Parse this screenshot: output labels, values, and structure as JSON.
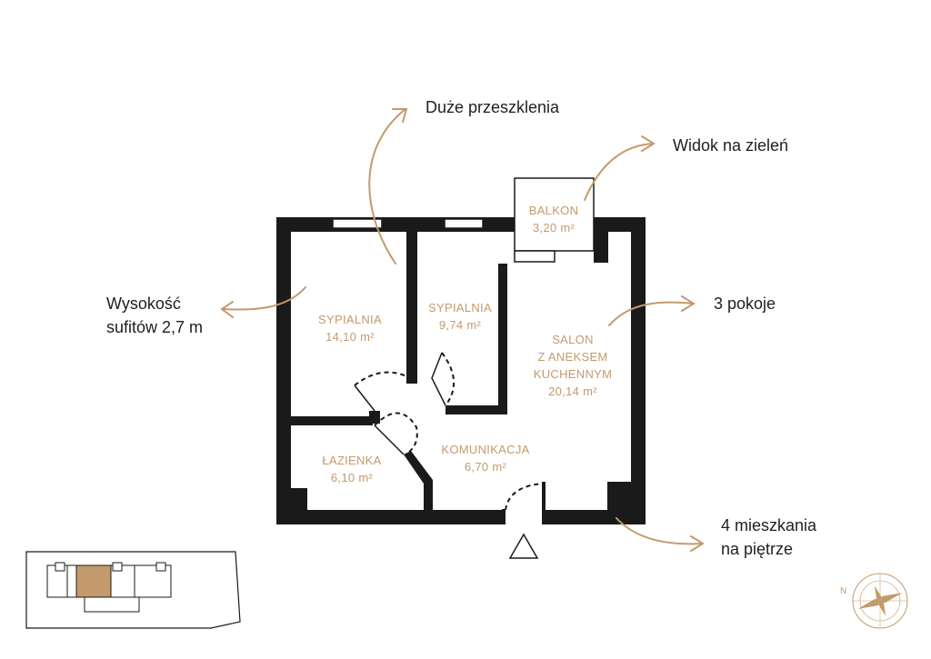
{
  "callouts": {
    "windows": "Duże przeszklenia",
    "view": "Widok na zieleń",
    "ceiling_line1": "Wysokość",
    "ceiling_line2": "sufitów 2,7 m",
    "rooms_count": "3 pokoje",
    "floor_line1": "4 mieszkania",
    "floor_line2": "na piętrze"
  },
  "rooms": {
    "balkon": {
      "name": "BALKON",
      "area": "3,20 m²"
    },
    "sypialnia1": {
      "name": "SYPIALNIA",
      "area": "14,10 m²"
    },
    "sypialnia2": {
      "name": "SYPIALNIA",
      "area": "9,74 m²"
    },
    "salon": {
      "name_line1": "SALON",
      "name_line2": "Z ANEKSEM",
      "name_line3": "KUCHENNYM",
      "area": "20,14 m²"
    },
    "lazienka": {
      "name": "ŁAZIENKA",
      "area": "6,10 m²"
    },
    "komunikacja": {
      "name": "KOMUNIKACJA",
      "area": "6,70 m²"
    }
  },
  "compass": {
    "north_letter": "N"
  },
  "colors": {
    "accent": "#c39a6b",
    "wall": "#1a1a1a",
    "highlight_unit": "#c39a6b"
  },
  "icons": [
    "entrance-arrow-icon",
    "compass-rose-icon"
  ]
}
